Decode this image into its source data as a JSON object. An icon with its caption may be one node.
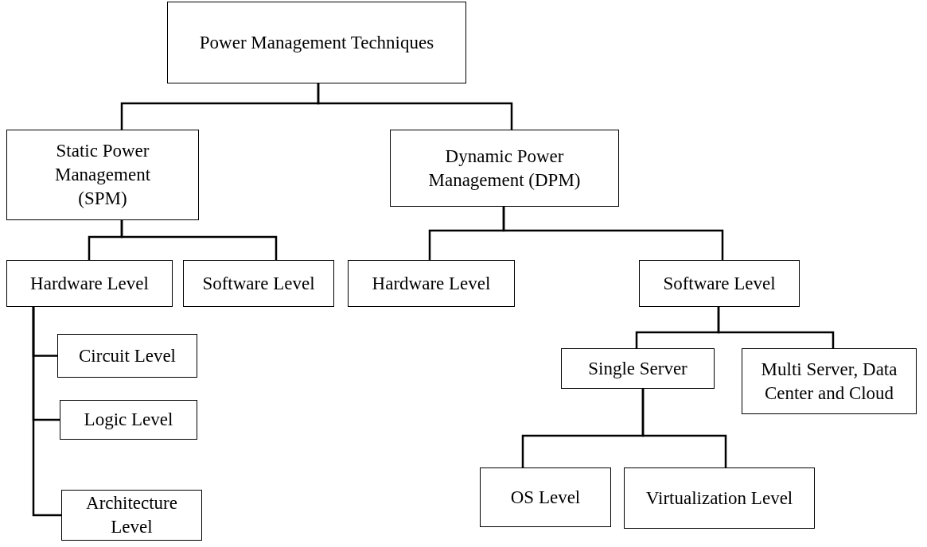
{
  "diagram": {
    "nodes": [
      {
        "text": [
          "Power Management Techniques"
        ]
      },
      {
        "text": [
          "Static Power Management (SPM)"
        ]
      },
      {
        "text": [
          "Dynamic Power Management (DPM)"
        ]
      },
      {
        "text": [
          "Hardware Level"
        ]
      },
      {
        "text": [
          "Software Level"
        ]
      },
      {
        "text": [
          "Hardware Level"
        ]
      },
      {
        "text": [
          "Software Level"
        ]
      },
      {
        "text": [
          "Circuit Level"
        ]
      },
      {
        "text": [
          "Logic Level"
        ]
      },
      {
        "text": [
          "Architecture Level"
        ]
      },
      {
        "text": [
          "Single Server"
        ]
      },
      {
        "text": [
          "Multi Server, Data Center and Cloud"
        ]
      },
      {
        "text": [
          "OS Level"
        ]
      },
      {
        "text": [
          "Virtualization Level"
        ]
      }
    ],
    "edges": [
      {
        "from": 0,
        "to": 1,
        "arrow": "none"
      },
      {
        "from": 0,
        "to": 2,
        "arrow": "none"
      },
      {
        "from": 1,
        "to": 3,
        "arrow": "none"
      },
      {
        "from": 1,
        "to": 4,
        "arrow": "none"
      },
      {
        "from": 2,
        "to": 5,
        "arrow": "none"
      },
      {
        "from": 2,
        "to": 6,
        "arrow": "none"
      },
      {
        "from": 3,
        "to": 7,
        "arrow": "none"
      },
      {
        "from": 3,
        "to": 8,
        "arrow": "none"
      },
      {
        "from": 3,
        "to": 9,
        "arrow": "none"
      },
      {
        "from": 6,
        "to": 10,
        "arrow": "none"
      },
      {
        "from": 6,
        "to": 11,
        "arrow": "none"
      },
      {
        "from": 10,
        "to": 12,
        "arrow": "none"
      },
      {
        "from": 10,
        "to": 13,
        "arrow": "none"
      }
    ]
  }
}
